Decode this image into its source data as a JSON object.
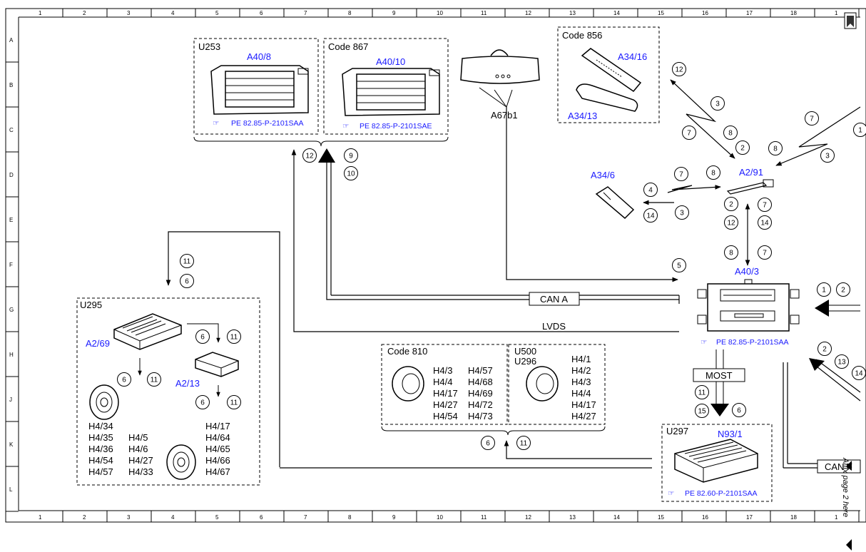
{
  "grid": {
    "columns": [
      "1",
      "2",
      "3",
      "4",
      "5",
      "6",
      "7",
      "8",
      "9",
      "10",
      "11",
      "12",
      "13",
      "14",
      "15",
      "16",
      "17",
      "18",
      "1"
    ],
    "rows": [
      "A",
      "B",
      "C",
      "D",
      "E",
      "F",
      "G",
      "H",
      "J",
      "K",
      "L"
    ]
  },
  "boxes": {
    "u253": {
      "code": "U253",
      "part": "A40/8",
      "ref": "PE 82.85-P-2101SAA"
    },
    "code867": {
      "code": "Code 867",
      "part": "A40/10",
      "ref": "PE 82.85-P-2101SAE"
    },
    "code856": {
      "code": "Code 856",
      "part_top": "A34/16",
      "part_bottom": "A34/13"
    },
    "u295": {
      "code": "U295",
      "part1": "A2/69",
      "part2": "A2/13",
      "left_col": [
        "H4/34",
        "H4/35",
        "H4/36",
        "H4/54",
        "H4/57"
      ],
      "mid_col": [
        "H4/5",
        "H4/6",
        "H4/27",
        "H4/33"
      ],
      "right_col": [
        "H4/17",
        "H4/64",
        "H4/65",
        "H4/66",
        "H4/67"
      ]
    },
    "code810": {
      "code": "Code 810",
      "col1": [
        "H4/3",
        "H4/4",
        "H4/17",
        "H4/27",
        "H4/54"
      ],
      "col2": [
        "H4/57",
        "H4/68",
        "H4/69",
        "H4/72",
        "H4/73"
      ]
    },
    "u500": {
      "code1": "U500",
      "code2": "U296",
      "col": [
        "H4/1",
        "H4/2",
        "H4/3",
        "H4/4",
        "H4/17",
        "H4/27"
      ]
    },
    "u297": {
      "code": "U297",
      "part": "N93/1",
      "ref": "PE 82.60-P-2101SAA"
    }
  },
  "components": {
    "mirror": "A67b1",
    "remote": "A34/6",
    "antenna": "A2/91",
    "main_unit": "A40/3",
    "main_ref": "PE 82.85-P-2101SAA"
  },
  "bus": {
    "can_a": "CAN A",
    "lvds": "LVDS",
    "most": "MOST",
    "can_right": "CAN F"
  },
  "circles": {
    "c12a": "12",
    "c3a": "3",
    "c7a": "7",
    "c8a": "8",
    "c2a": "2",
    "c7b": "7",
    "c8b": "8",
    "c3b": "3",
    "c1a": "1",
    "c4": "4",
    "c14a": "14",
    "c3c": "3",
    "c7c": "7",
    "c8c": "8",
    "c2b": "2",
    "c7d": "7",
    "c12b": "12",
    "c14b": "14",
    "c8d": "8",
    "c7e": "7",
    "c5": "5",
    "c1": "1",
    "c2c": "2",
    "c12c": "12",
    "c9": "9",
    "c10": "10",
    "c11a": "11",
    "c6a": "6",
    "c6b": "6",
    "c11b": "11",
    "c6c": "6",
    "c11c": "11",
    "c6d": "6",
    "c11d": "11",
    "c6e": "6",
    "c11e": "11",
    "c11f": "11",
    "c15": "15",
    "c6f": "6",
    "c2d": "2",
    "c13": "13",
    "c14c": "14"
  },
  "side_note": "Affix page 2 here"
}
